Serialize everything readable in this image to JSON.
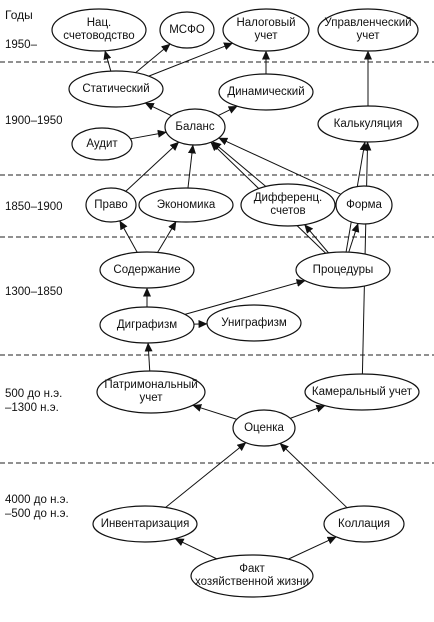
{
  "years_header": "Годы",
  "periods": [
    {
      "id": "p1950",
      "label": "1950–"
    },
    {
      "id": "p1900",
      "label": "1900–1950"
    },
    {
      "id": "p1850",
      "label": "1850–1900"
    },
    {
      "id": "p1300",
      "label": "1300–1850"
    },
    {
      "id": "p500",
      "label": "500 до н.э.\n–1300 н.э."
    },
    {
      "id": "p4000",
      "label": "4000 до н.э.\n–500 до н.э."
    }
  ],
  "nodes": {
    "nac": "Нац.\nсчетоводство",
    "msfo": "МСФО",
    "nalog": "Налоговый\nучет",
    "uprav": "Управленческий\nучет",
    "stat": "Статический",
    "dinam": "Динамический",
    "audit": "Аудит",
    "balans": "Баланс",
    "kalk": "Калькуляция",
    "pravo": "Право",
    "ekon": "Экономика",
    "differ": "Дифференц.\nсчетов",
    "forma": "Форма",
    "soderzh": "Содержание",
    "proced": "Процедуры",
    "digraf": "Диграфизм",
    "unigraf": "Униграфизм",
    "patrim": "Патримональный\nучет",
    "kameral": "Камеральный учет",
    "ocenka": "Оценка",
    "invent": "Инвентаризация",
    "kollac": "Коллация",
    "fakt": "Факт\nхозяйственной жизни"
  }
}
